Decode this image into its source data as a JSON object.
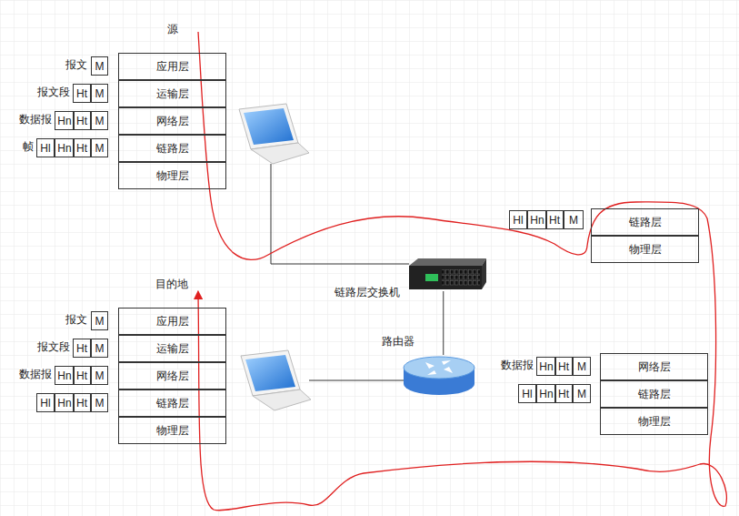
{
  "diagram": {
    "nodes": [
      {
        "text": [
          "应用层"
        ]
      },
      {
        "text": [
          "运输层"
        ]
      },
      {
        "text": [
          "网络层"
        ]
      },
      {
        "text": [
          "链路层"
        ]
      },
      {
        "text": [
          "物理层"
        ]
      },
      {
        "text": [
          "M"
        ]
      },
      {
        "text": [
          "Ht"
        ]
      },
      {
        "text": [
          "M"
        ]
      },
      {
        "text": [
          "Hn"
        ]
      },
      {
        "text": [
          "Ht"
        ]
      },
      {
        "text": [
          "M"
        ]
      },
      {
        "text": [
          "Hl"
        ]
      },
      {
        "text": [
          "Hn"
        ]
      },
      {
        "text": [
          "Ht"
        ]
      },
      {
        "text": [
          "M"
        ]
      },
      {
        "text": [
          "Hl"
        ]
      },
      {
        "text": [
          "Hn"
        ]
      },
      {
        "text": [
          "Ht"
        ]
      },
      {
        "text": [
          "M"
        ]
      },
      {
        "text": [
          "链路层"
        ]
      },
      {
        "text": [
          "物理层"
        ]
      },
      {
        "text": [
          "链路层交换机"
        ]
      },
      {
        "text": [
          "路由器"
        ]
      },
      {
        "text": [
          "Hn"
        ]
      },
      {
        "text": [
          "Ht"
        ]
      },
      {
        "text": [
          "M"
        ]
      },
      {
        "text": [
          "Hl"
        ]
      },
      {
        "text": [
          "Hn"
        ]
      },
      {
        "text": [
          "Ht"
        ]
      },
      {
        "text": [
          "M"
        ]
      },
      {
        "text": [
          "网络层"
        ]
      },
      {
        "text": [
          "链路层"
        ]
      },
      {
        "text": [
          "物理层"
        ]
      },
      {
        "text": [
          "应用层"
        ]
      },
      {
        "text": [
          "运输层"
        ]
      },
      {
        "text": [
          "网络层"
        ]
      },
      {
        "text": [
          "链路层"
        ]
      },
      {
        "text": [
          "物理层"
        ]
      },
      {
        "text": [
          "M"
        ]
      },
      {
        "text": [
          "Ht"
        ]
      },
      {
        "text": [
          "M"
        ]
      },
      {
        "text": [
          "Hn"
        ]
      },
      {
        "text": [
          "Ht"
        ]
      },
      {
        "text": [
          "M"
        ]
      },
      {
        "text": [
          "Hl"
        ]
      },
      {
        "text": [
          "Hn"
        ]
      },
      {
        "text": [
          "Ht"
        ]
      },
      {
        "text": [
          "M"
        ]
      }
    ],
    "edges": [
      {
        "from": 21,
        "to": 22,
        "arrow": "none"
      }
    ],
    "labels": [
      "源",
      "报文",
      "报文段",
      "数据报",
      "帧",
      "目的地",
      "报文",
      "报文段",
      "数据报",
      "数据报"
    ]
  }
}
